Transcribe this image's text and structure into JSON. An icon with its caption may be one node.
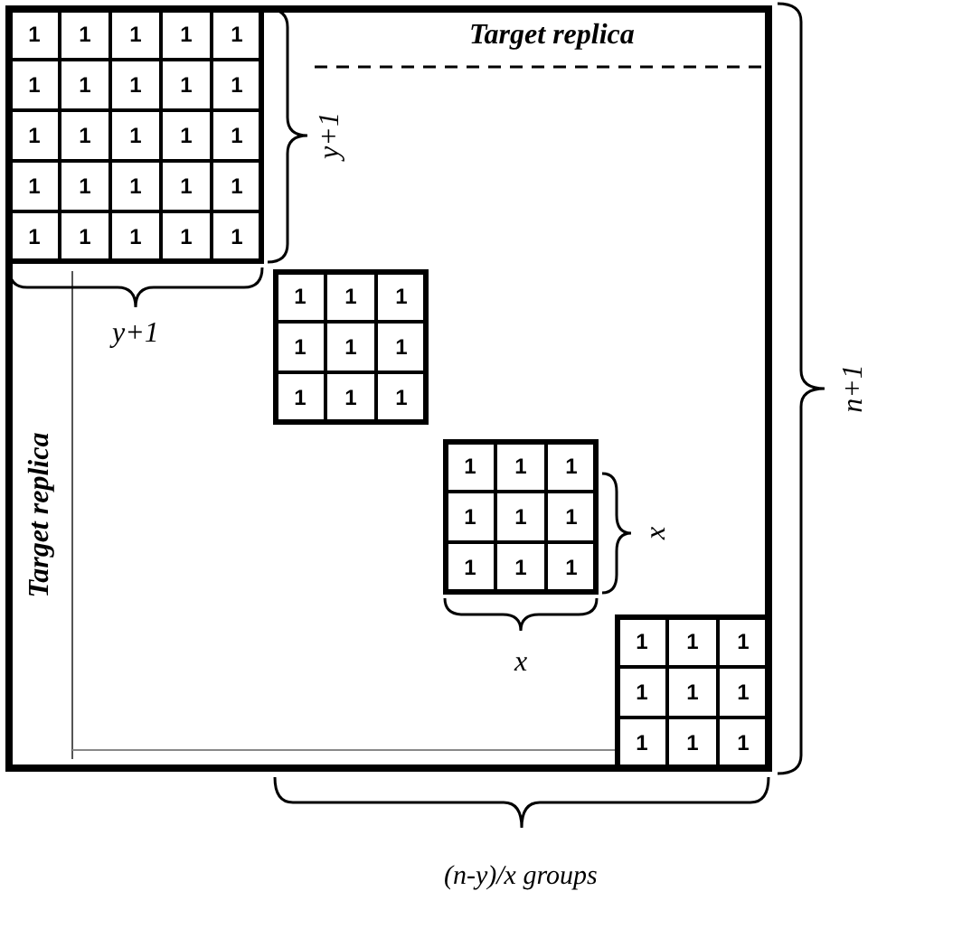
{
  "diagram": {
    "labels": [
      "Target replica",
      "1",
      "1",
      "1",
      "1",
      "1",
      "1",
      "1",
      "1",
      "1",
      "1",
      "1",
      "1",
      "1",
      "1",
      "1",
      "1",
      "1",
      "1",
      "1",
      "1",
      "1",
      "1",
      "1",
      "1",
      "1",
      "y+1",
      "Target replica",
      "y+1",
      "1",
      "1",
      "1",
      "1",
      "1",
      "1",
      "1",
      "1",
      "1",
      "1",
      "1",
      "1",
      "1",
      "1",
      "1",
      "1",
      "1",
      "1",
      "x",
      "n+1",
      "x",
      "1",
      "1",
      "1",
      "1",
      "1",
      "1",
      "1",
      "1",
      "1",
      "(n-y)/x groups"
    ]
  }
}
